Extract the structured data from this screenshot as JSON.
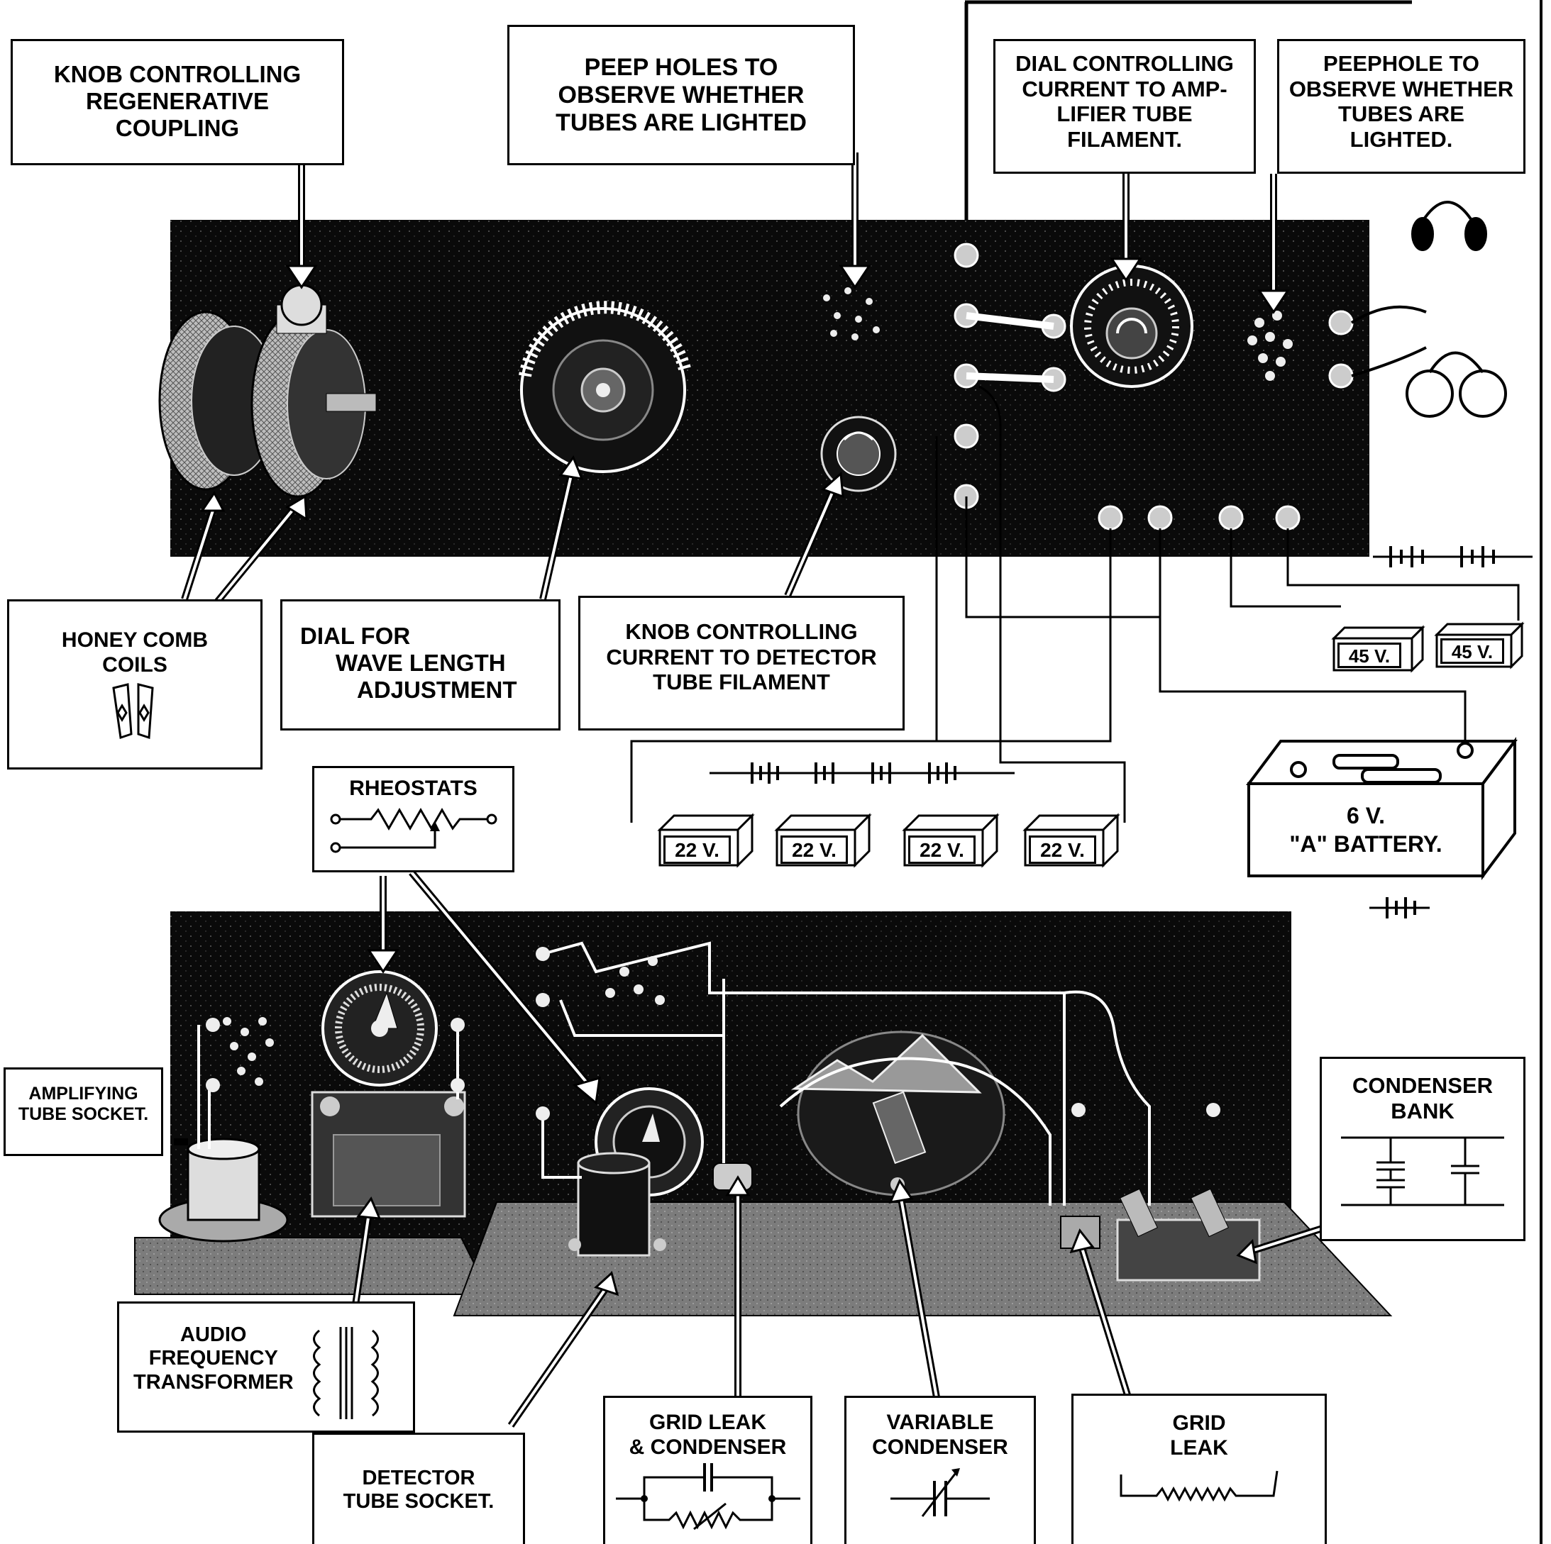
{
  "labels": {
    "regen_knob": [
      "KNOB CONTROLLING",
      "REGENERATIVE",
      "COUPLING"
    ],
    "peep_holes": [
      "PEEP HOLES TO",
      "OBSERVE WHETHER",
      "TUBES ARE LIGHTED"
    ],
    "amp_dial": [
      "DIAL CONTROLLING",
      "CURRENT TO AMP-",
      "LIFIER TUBE",
      "FILAMENT."
    ],
    "peephole": [
      "PEEPHOLE TO",
      "OBSERVE WHETHER",
      "TUBES ARE",
      "LIGHTED."
    ],
    "honeycomb": [
      "HONEY COMB",
      "COILS"
    ],
    "wavelength": [
      "DIAL FOR",
      "WAVE LENGTH",
      "ADJUSTMENT"
    ],
    "detector_knob": [
      "KNOB CONTROLLING",
      "CURRENT TO DETECTOR",
      "TUBE FILAMENT"
    ],
    "rheostats": [
      "RHEOSTATS"
    ],
    "amp_socket": [
      "AMPLIFYING",
      "TUBE SOCKET."
    ],
    "condenser_bank": [
      "CONDENSER",
      "BANK"
    ],
    "audio_transformer": [
      "AUDIO",
      "FREQUENCY",
      "TRANSFORMER"
    ],
    "detector_socket": [
      "DETECTOR",
      "TUBE SOCKET."
    ],
    "grid_leak_condenser": [
      "GRID LEAK",
      "& CONDENSER"
    ],
    "variable_condenser": [
      "VARIABLE",
      "CONDENSER"
    ],
    "grid_leak": [
      "GRID",
      "LEAK"
    ]
  },
  "batteries": {
    "b_22": [
      "22 V.",
      "22 V.",
      "22 V.",
      "22 V."
    ],
    "b_45": [
      "45 V.",
      "45 V."
    ],
    "a_battery": [
      "6 V.",
      "\"A\" BATTERY."
    ]
  },
  "colors": {
    "panel": "#0a0a0a",
    "ink": "#000000",
    "paper": "#ffffff",
    "wood": "#8a8a8a"
  }
}
